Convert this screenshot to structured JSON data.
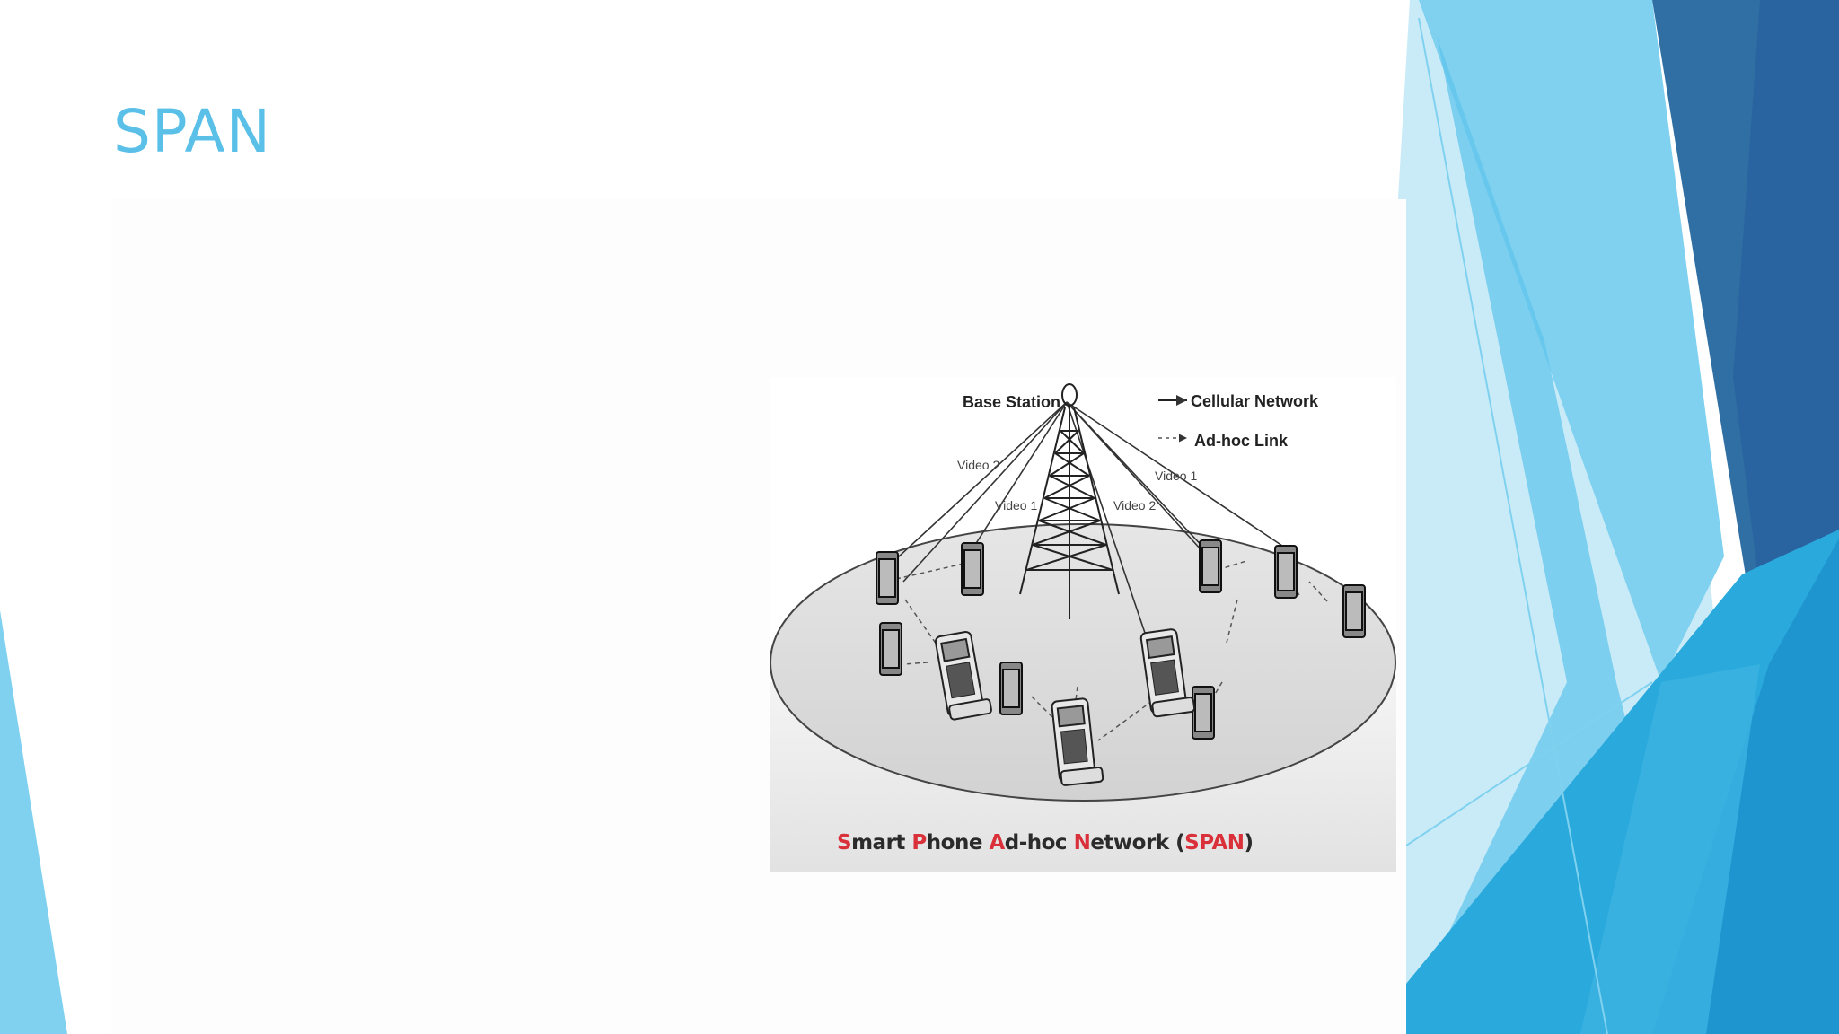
{
  "slide": {
    "title": "SPAN"
  },
  "figure": {
    "labels": {
      "base_station": "Base Station",
      "legend_cellular": "Cellular Network",
      "legend_adhoc": "Ad-hoc Link",
      "video2_left": "Video 2",
      "video1_left": "Video 1",
      "video2_right": "Video 2",
      "video1_right": "Video 1"
    },
    "caption": {
      "s_initial": "S",
      "s_rest": "mart ",
      "p_initial": "P",
      "p_rest": "hone ",
      "a_initial": "A",
      "a_rest": "d-hoc ",
      "n_initial": "N",
      "n_rest": "etwork (",
      "acronym": "SPAN",
      "close": ")"
    }
  },
  "colors": {
    "title": "#5bc0e8",
    "caption_highlight": "#d9303a",
    "accent_dark": "#2a6a9e",
    "accent_mid": "#2aa9dc",
    "accent_light": "#7fd1ef"
  }
}
